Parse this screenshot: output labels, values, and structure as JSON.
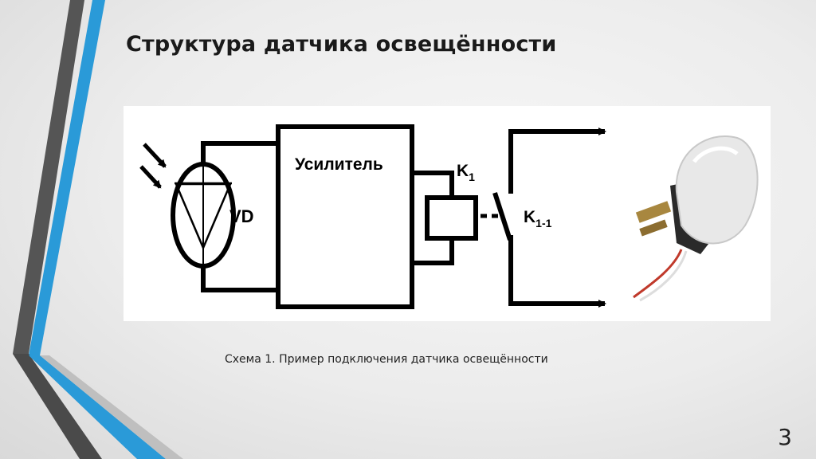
{
  "slide": {
    "title": "Структура датчика освещённости",
    "caption": "Схема 1. Пример подключения датчика освещённости",
    "page_number": "3"
  },
  "diagram": {
    "amplifier_label": "Усилитель",
    "photodiode_label": "VD",
    "relay_coil_label": "K",
    "relay_coil_sub": "1",
    "relay_contact_label": "K",
    "relay_contact_sub": "1-1"
  },
  "colors": {
    "accent_blue": "#2a9ad8",
    "accent_dark": "#4a4a4a"
  }
}
